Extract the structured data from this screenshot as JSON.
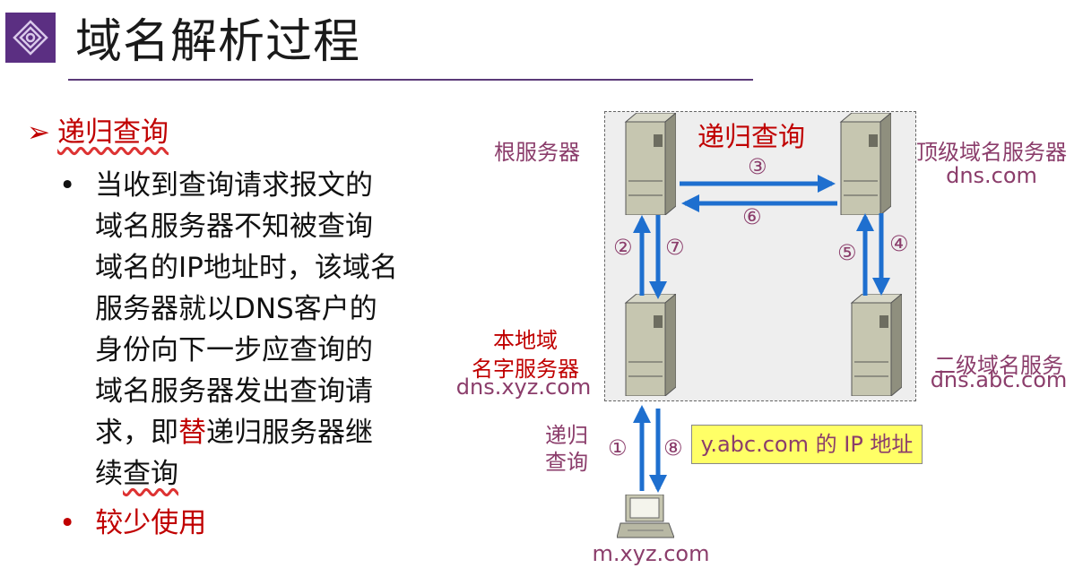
{
  "title": "域名解析过程",
  "heading": "递归查询",
  "bullet1": {
    "before": "当收到查询请求报文的\n域名服务器不知被查询\n域名的IP地址时，该域名\n服务器就以DNS客户的\n身份向下一步应查询的\n域名服务器发出查询请\n求，即",
    "highlight": "替",
    "middle": "递归服务器继\n续",
    "wavy": "查询"
  },
  "bullet2": "较少使用",
  "diagram": {
    "box_title": "递归查询",
    "root_label": "根服务器",
    "tld_label_1": "顶级域名服务器",
    "tld_label_2": "dns.com",
    "local_label_1": "本地域",
    "local_label_2": "名字服务器",
    "local_label_3": "dns.xyz.com",
    "second_label_1": "二级域名服务",
    "second_label_2": "dns.abc.com",
    "client_label": "m.xyz.com",
    "query_label_1": "递归",
    "query_label_2": "查询",
    "answer_box": "y.abc.com 的 IP 地址",
    "steps": [
      "①",
      "②",
      "③",
      "④",
      "⑤",
      "⑥",
      "⑦",
      "⑧"
    ],
    "arrow_color": "#1e6fcf"
  }
}
